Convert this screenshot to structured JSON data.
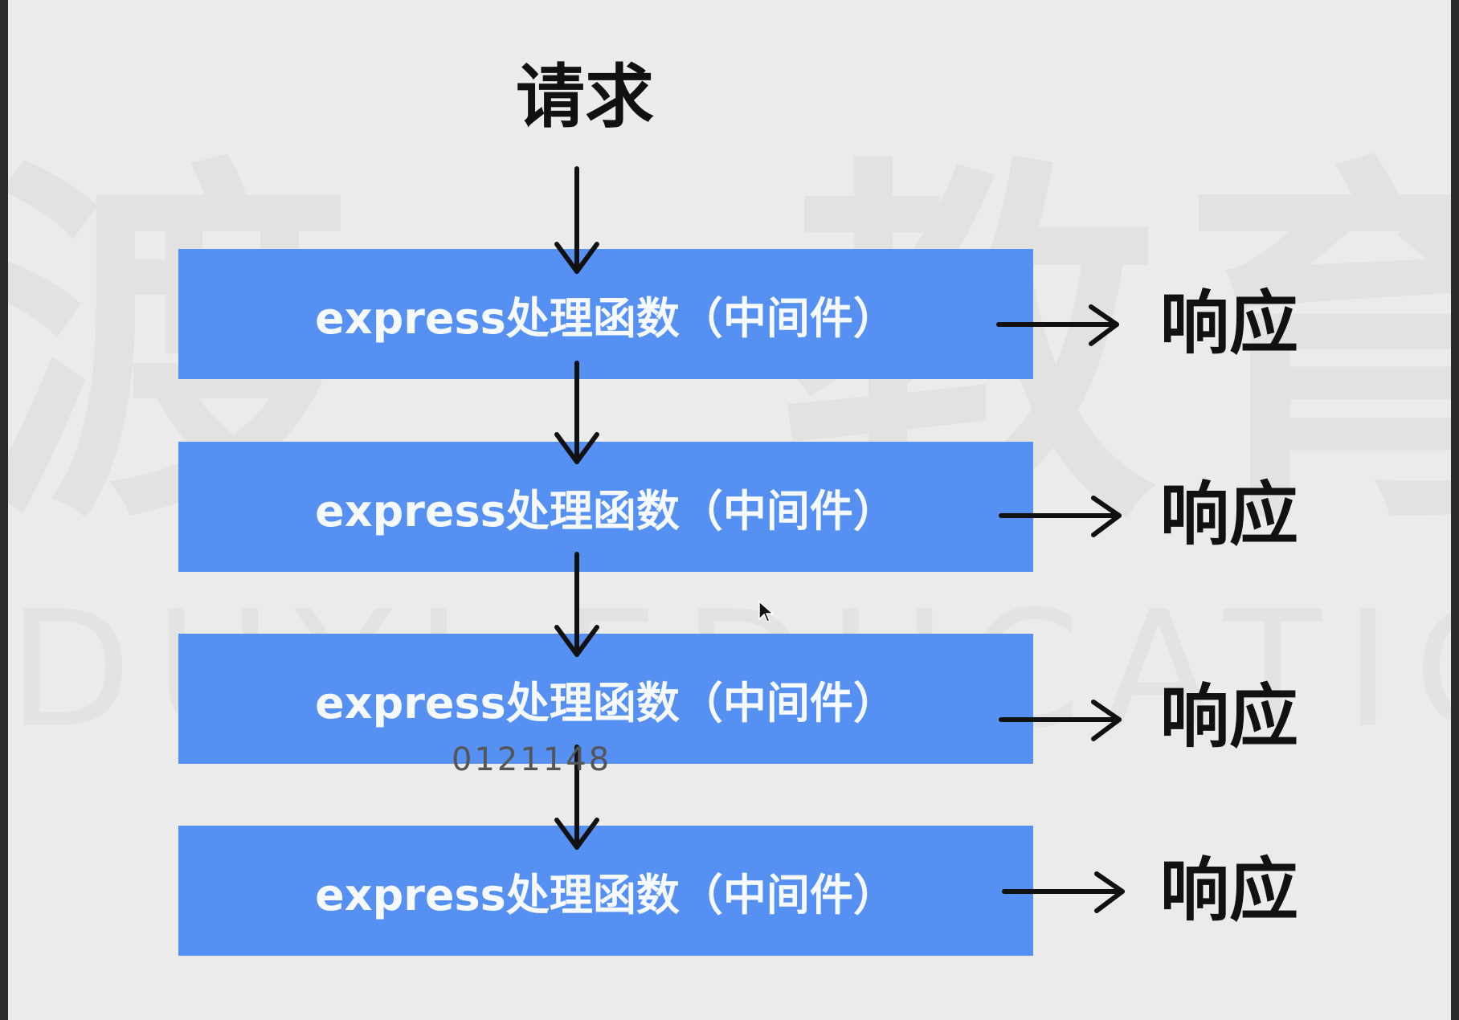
{
  "diagram": {
    "watermark_cn": "渡一教育",
    "watermark_en": "DUYI EDUCATION",
    "request_label": "请求",
    "overlay_code": "0121148",
    "nodes": [
      {
        "label": "express处理函数（中间件）",
        "response": "响应"
      },
      {
        "label": "express处理函数（中间件）",
        "response": "响应"
      },
      {
        "label": "express处理函数（中间件）",
        "response": "响应"
      },
      {
        "label": "express处理函数（中间件）",
        "response": "响应"
      }
    ],
    "colors": {
      "box": "#5590f2",
      "background": "#ebebeb",
      "arrow": "#111111"
    }
  }
}
